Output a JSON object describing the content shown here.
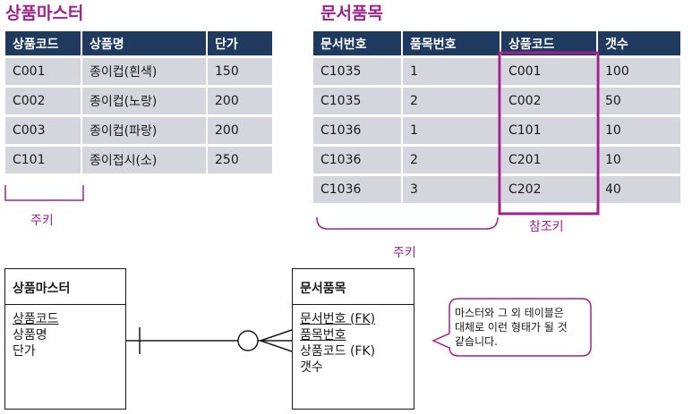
{
  "product_master": {
    "title": "상품마스터",
    "headers": [
      "상품코드",
      "상품명",
      "단가"
    ],
    "rows": [
      [
        "C001",
        "종이컵(흰색)",
        "150"
      ],
      [
        "C002",
        "종이컵(노랑)",
        "200"
      ],
      [
        "C003",
        "종이컵(파랑)",
        "200"
      ],
      [
        "C101",
        "종이접시(소)",
        "250"
      ]
    ],
    "pk_label": "주키"
  },
  "document_items": {
    "title": "문서품목",
    "headers": [
      "문서번호",
      "품목번호",
      "상품코드",
      "갯수"
    ],
    "rows": [
      [
        "C1035",
        "1",
        "C001",
        "100"
      ],
      [
        "C1035",
        "2",
        "C002",
        "50"
      ],
      [
        "C1036",
        "1",
        "C101",
        "10"
      ],
      [
        "C1036",
        "2",
        "C201",
        "10"
      ],
      [
        "C1036",
        "3",
        "C202",
        "40"
      ]
    ],
    "pk_label": "주키",
    "fk_label": "참조키"
  },
  "er_diagram": {
    "master_entity": {
      "name": "상품마스터",
      "attributes": [
        "상품코드",
        "상품명",
        "단가"
      ]
    },
    "detail_entity": {
      "name": "문서품목",
      "attributes": [
        "문서번호 (FK)",
        "품목번호",
        "상품코드 (FK)",
        "갯수"
      ]
    },
    "callout": "마스터와 그 외 테이블은 대체로 이런 형태가 될 것 같습니다."
  },
  "colors": {
    "accent": "#a0208c",
    "header_bg": "#1f3a5f",
    "cell_bg": "#d3d7dd"
  }
}
